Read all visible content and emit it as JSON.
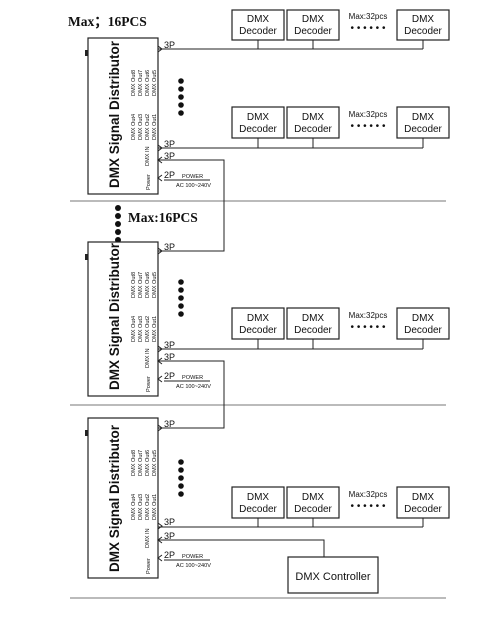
{
  "diagram": {
    "max_label": "Max；16PCS",
    "max_label_mid": "Max:16PCS",
    "distributor_title": "DMX Signal Distributor",
    "port_labels": [
      "DMX Out8",
      "DMX Out7",
      "DMX Out6",
      "DMX Out5",
      "DMX Out4",
      "DMX Out3",
      "DMX Out2",
      "DMX Out1",
      "DMX IN"
    ],
    "power_port_label": "Power",
    "decoder_line1": "DMX",
    "decoder_line2": "Decoder",
    "max_decoders_label": "Max:32pcs",
    "three_pin_label": "3P",
    "two_pin_label": "2P",
    "power_label": "POWER",
    "ac_label": "AC 100~240V",
    "controller_label": "DMX Controller"
  }
}
